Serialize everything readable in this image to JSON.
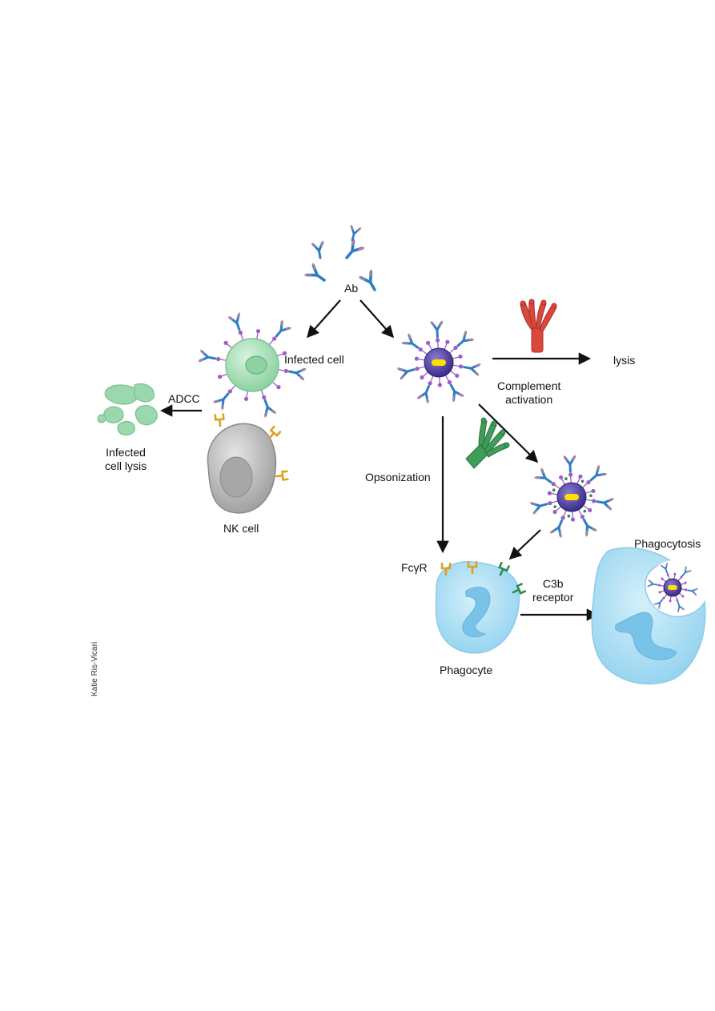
{
  "labels": {
    "ab": "Ab",
    "infected_cell": "Infected cell",
    "adcc": "ADCC",
    "infected_cell_lysis_1": "Infected",
    "infected_cell_lysis_2": "cell lysis",
    "nk_cell": "NK cell",
    "lysis": "lysis",
    "complement_activation_1": "Complement",
    "complement_activation_2": "activation",
    "opsonization": "Opsonization",
    "fcgr": "FcγR",
    "c3b_receptor_1": "C3b",
    "c3b_receptor_2": "receptor",
    "phagocyte": "Phagocyte",
    "phagocytosis": "Phagocytosis"
  },
  "credit": "Katie Ris-Vicari",
  "colors": {
    "antibody_blue": "#2e7dc4",
    "antibody_pink": "#e27a8a",
    "infected_cell": "#9bd8ad",
    "nk_cell": "#bcbcbc",
    "fc_receptor": "#e0a020",
    "c3b_receptor": "#2a8a4a",
    "complement_red": "#d9483b",
    "complement_green": "#3f9d5a",
    "pathogen": "#4b3c9e",
    "pathogen_core": "#ffe000",
    "phagocyte": "#a9def4",
    "spike_purple": "#a05cc8"
  }
}
